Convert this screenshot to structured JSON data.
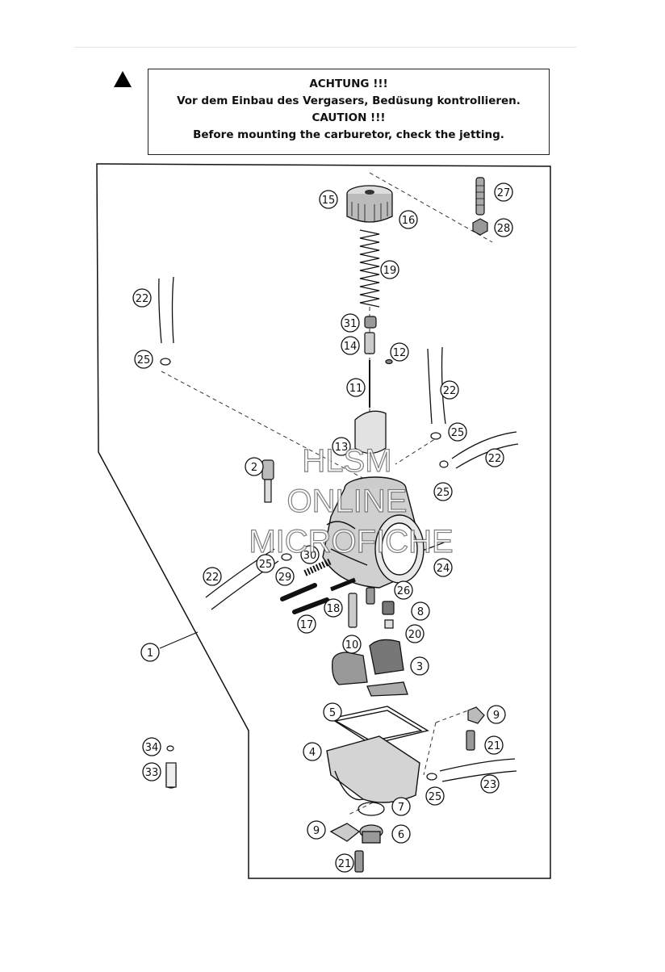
{
  "warning": {
    "line1": "ACHTUNG !!!",
    "line2": "Vor dem Einbau des Vergasers, Bedüsung kontrollieren.",
    "line3": "CAUTION !!!",
    "line4": "Before mounting the carburetor, check the jetting."
  },
  "watermark": {
    "line1": "HLSM",
    "line2": "ONLINE",
    "line3": "MICROFICHE"
  },
  "callouts": [
    {
      "n": "1"
    },
    {
      "n": "2"
    },
    {
      "n": "3"
    },
    {
      "n": "4"
    },
    {
      "n": "5"
    },
    {
      "n": "6"
    },
    {
      "n": "7"
    },
    {
      "n": "8"
    },
    {
      "n": "9"
    },
    {
      "n": "9"
    },
    {
      "n": "10"
    },
    {
      "n": "11"
    },
    {
      "n": "12"
    },
    {
      "n": "13"
    },
    {
      "n": "14"
    },
    {
      "n": "15"
    },
    {
      "n": "16"
    },
    {
      "n": "17"
    },
    {
      "n": "18"
    },
    {
      "n": "19"
    },
    {
      "n": "20"
    },
    {
      "n": "21"
    },
    {
      "n": "21"
    },
    {
      "n": "22"
    },
    {
      "n": "22"
    },
    {
      "n": "22"
    },
    {
      "n": "22"
    },
    {
      "n": "23"
    },
    {
      "n": "24"
    },
    {
      "n": "25"
    },
    {
      "n": "25"
    },
    {
      "n": "25"
    },
    {
      "n": "25"
    },
    {
      "n": "25"
    },
    {
      "n": "26"
    },
    {
      "n": "27"
    },
    {
      "n": "28"
    },
    {
      "n": "29"
    },
    {
      "n": "30"
    },
    {
      "n": "31"
    },
    {
      "n": "33"
    },
    {
      "n": "34"
    }
  ]
}
